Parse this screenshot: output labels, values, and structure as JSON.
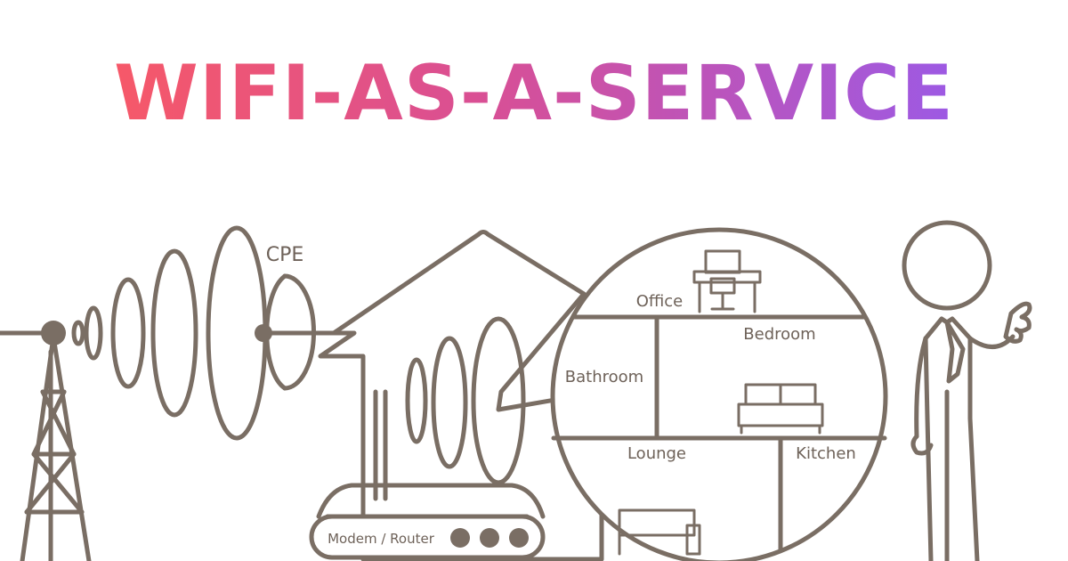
{
  "title": "WIFI-AS-A-SERVICE",
  "colors": {
    "line": "#7a6e64",
    "gradient_start": "#ff5b5b",
    "gradient_mid": "#d94f94",
    "gradient_end": "#8e5cf7"
  },
  "labels": {
    "cpe": "CPE",
    "office": "Office",
    "bedroom": "Bedroom",
    "bathroom": "Bathroom",
    "lounge": "Lounge",
    "kitchen": "Kitchen",
    "modem_router": "Modem / Router"
  }
}
